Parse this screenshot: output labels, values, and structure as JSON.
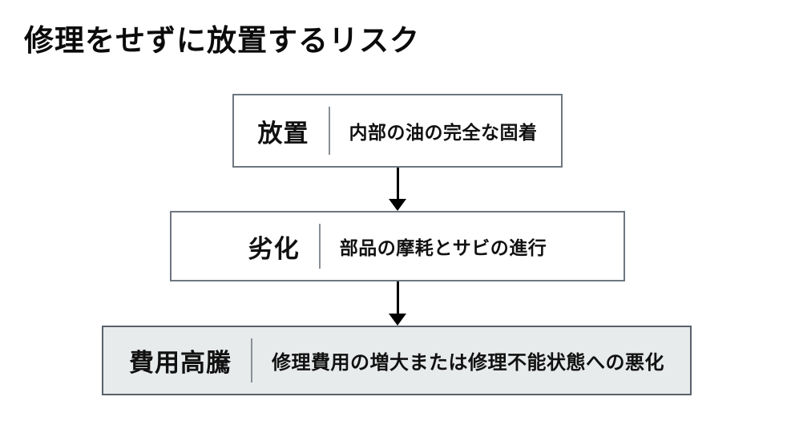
{
  "title": "修理をせずに放置するリスク",
  "flow": {
    "steps": [
      {
        "label": "放置",
        "description": "内部の油の完全な固着",
        "variant": "plain"
      },
      {
        "label": "劣化",
        "description": "部品の摩耗とサビの進行",
        "variant": "plain"
      },
      {
        "label": "費用高騰",
        "description": "修理費用の増大または修理不能状態への悪化",
        "variant": "highlight"
      }
    ]
  },
  "colors": {
    "box_border": "#6e7780",
    "highlight_border": "#59626a",
    "highlight_bg": "#e8ebec",
    "divider": "#8a9097",
    "arrow": "#000000",
    "text": "#111111",
    "background": "#ffffff"
  }
}
